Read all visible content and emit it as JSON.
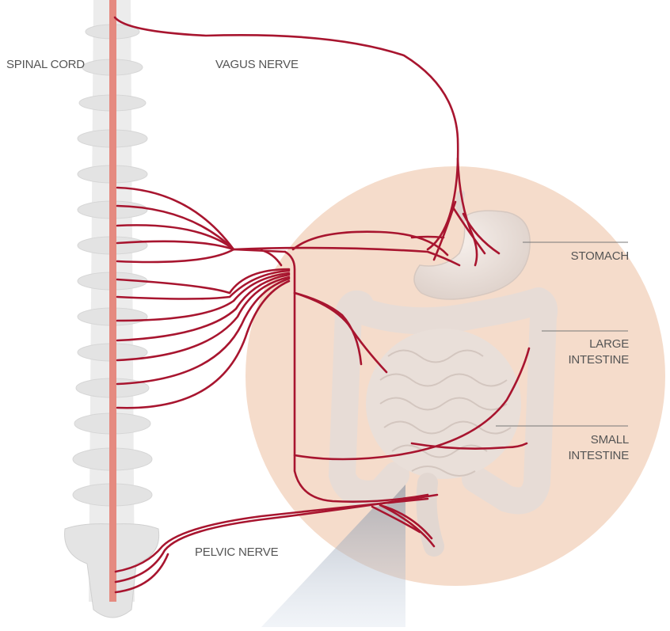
{
  "labels": {
    "spinal_cord": "SPINAL CORD",
    "vagus_nerve": "VAGUS NERVE",
    "stomach": "STOMACH",
    "large_intestine_1": "LARGE",
    "large_intestine_2": "INTESTINE",
    "small_intestine_1": "SMALL",
    "small_intestine_2": "INTESTINE",
    "pelvic_nerve": "PELVIC NERVE"
  },
  "colors": {
    "nerve": "#a8152f",
    "spinal_cord": "#e58a80",
    "focus_circle": "#f5dccb",
    "bone": "#e9e9e9",
    "organ": "#ede4df",
    "text": "#555555"
  }
}
